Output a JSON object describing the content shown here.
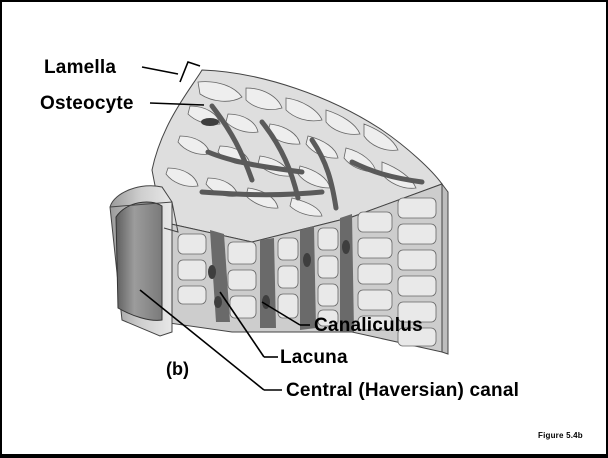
{
  "figure": {
    "panel_letter": "(b)",
    "caption": "Figure   5.4b"
  },
  "labels": {
    "lamella": "Lamella",
    "osteocyte": "Osteocyte",
    "canaliculus": "Canaliculus",
    "lacuna": "Lacuna",
    "central_canal": "Central  (Haversian)  canal"
  },
  "colors": {
    "background": "#ffffff",
    "border": "#000000",
    "bone_light": "#e2e2e2",
    "bone_dark": "#6f6f6f",
    "canal_interior": "#8c8c8c",
    "leader_line": "#000000"
  }
}
